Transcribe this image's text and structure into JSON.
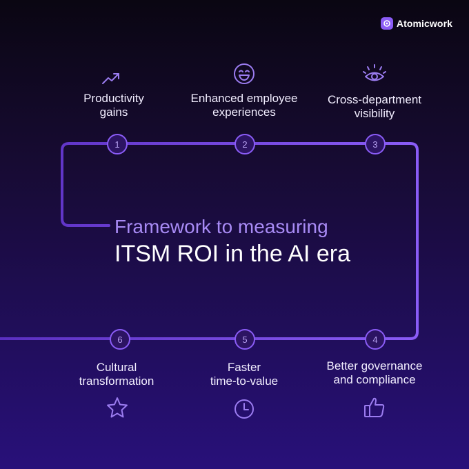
{
  "brand": {
    "name": "Atomicwork",
    "icon": "atomicwork-logo-icon"
  },
  "title": {
    "line1": "Framework to measuring",
    "line2": "ITSM ROI in the AI era"
  },
  "steps": [
    {
      "number": "1",
      "line1": "Productivity",
      "line2": "gains",
      "icon": "trending-up-icon"
    },
    {
      "number": "2",
      "line1": "Enhanced employee",
      "line2": "experiences",
      "icon": "smile-icon"
    },
    {
      "number": "3",
      "line1": "Cross-department",
      "line2": "visibility",
      "icon": "eye-icon"
    },
    {
      "number": "4",
      "line1": "Better governance",
      "line2": "and compliance",
      "icon": "thumbs-up-icon"
    },
    {
      "number": "5",
      "line1": "Faster",
      "line2": "time-to-value",
      "icon": "clock-icon"
    },
    {
      "number": "6",
      "line1": "Cultural",
      "line2": "transformation",
      "icon": "star-icon"
    }
  ],
  "colors": {
    "accent": "#8b5cf6",
    "line": "#7c4dff",
    "background_top": "#0a0612",
    "background_bottom": "#28107a"
  }
}
